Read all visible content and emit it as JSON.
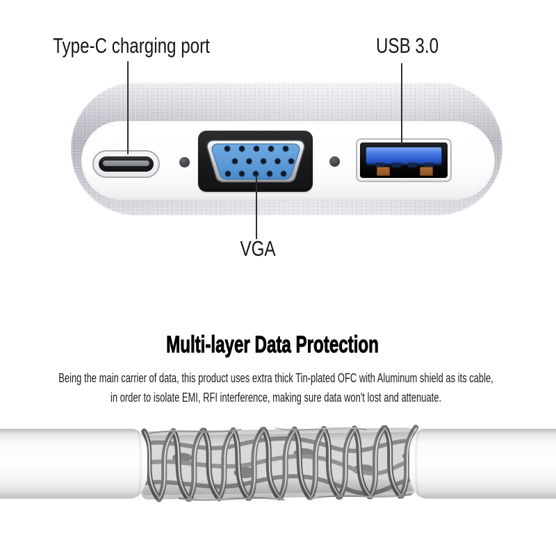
{
  "adapter_diagram": {
    "labels": {
      "type_c": "Type-C charging port",
      "usb": "USB 3.0",
      "vga": "VGA"
    },
    "icons": {
      "type_c_port": "usb-type-c-receptacle",
      "vga_port": "vga-d-sub-15-receptacle",
      "usb_port": "usb-a-3.0-receptacle",
      "screws": "torx-screw-dots",
      "braided_shield": "tin-plated-braided-cable-shield"
    }
  },
  "protection_section": {
    "heading": "Multi-layer Data Protection",
    "body_lines": [
      "Being the main carrier of data, this product uses extra thick Tin-plated OFC with Aluminum shield as its cable,",
      "in order to isolate EMI, RFI interference, making sure data won't lost and attenuate."
    ]
  },
  "colors": {
    "usb_blue": "#3c6fd9",
    "vga_blue": "#5e9bd8",
    "metal_silver": "#d3d6db",
    "label_text": "#161616",
    "background": "#ffffff"
  }
}
